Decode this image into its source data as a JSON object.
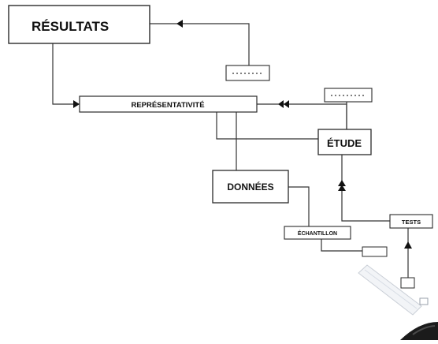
{
  "diagram": {
    "nodes": {
      "resultats": "RÉSULTATS",
      "representativite": "REPRÉSENTATIVITÉ",
      "etude": "ÉTUDE",
      "donnees": "DONNÉES",
      "echantillon": "ÉCHANTILLON",
      "tests": "TESTS"
    },
    "colors": {
      "line": "#333333",
      "box_border": "#2a2a2a",
      "background": "#ffffff"
    }
  }
}
